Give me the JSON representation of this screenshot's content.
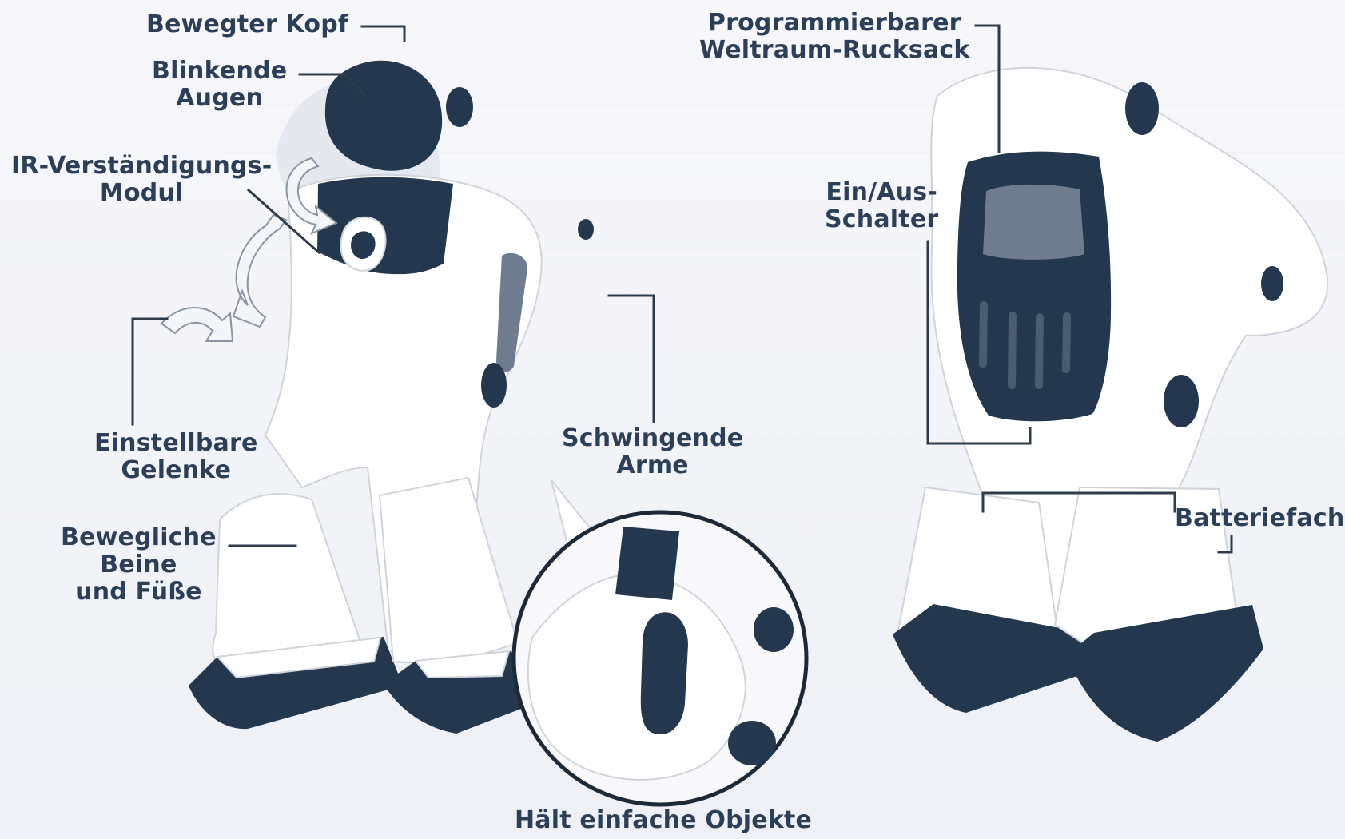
{
  "labels": {
    "moving_head": "Bewegter Kopf",
    "blinking_eyes_line1": "Blinkende",
    "blinking_eyes_line2": "Augen",
    "ir_module_line1": "IR-Verständigungs-",
    "ir_module_line2": "Modul",
    "adjustable_joints_line1": "Einstellbare",
    "adjustable_joints_line2": "Gelenke",
    "movable_legs_line1": "Bewegliche",
    "movable_legs_line2": "Beine",
    "movable_legs_line3": "und Füße",
    "swinging_arms_line1": "Schwingende",
    "swinging_arms_line2": "Arme",
    "holds_objects": "Hält einfache Objekte",
    "backpack_line1": "Programmierbarer",
    "backpack_line2": "Weltraum-Rucksack",
    "on_off_switch_line1": "Ein/Aus-",
    "on_off_switch_line2": "Schalter",
    "battery_compartment": "Batteriefach"
  },
  "colors": {
    "label_text": "#2b3f59",
    "leader_line": "#2d3b4a",
    "robot_dark": "#23384f"
  }
}
